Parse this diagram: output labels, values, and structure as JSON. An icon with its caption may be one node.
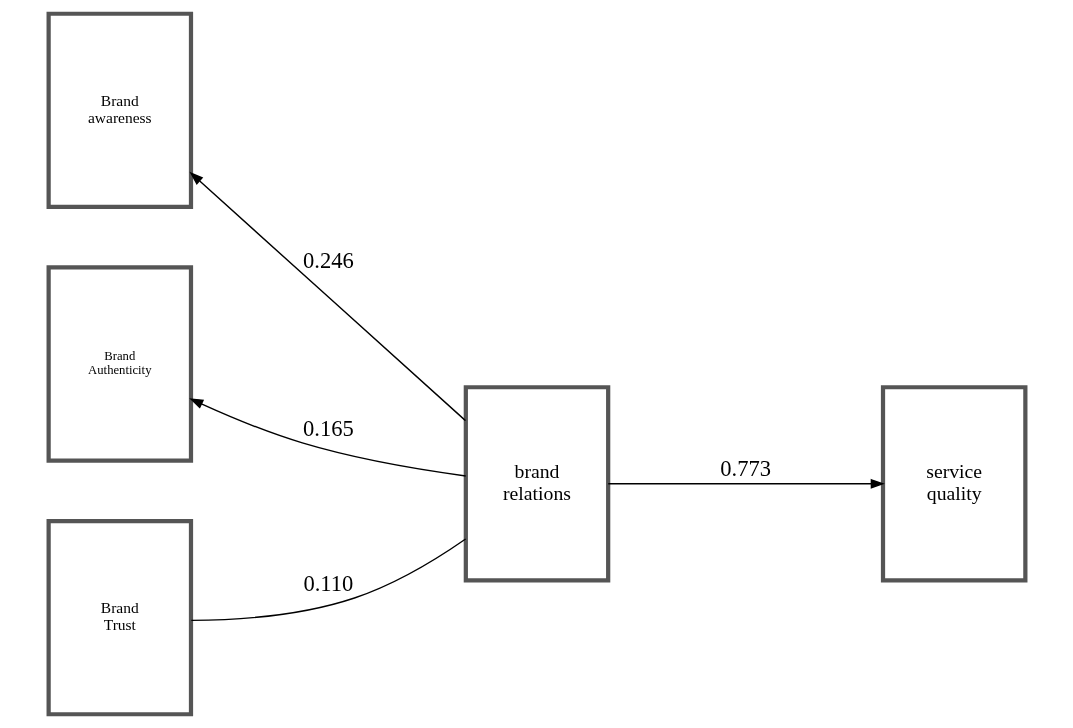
{
  "diagram": {
    "nodes": [
      {
        "text": [
          "Brand awareness"
        ]
      },
      {
        "text": [
          "Brand Authenticity"
        ]
      },
      {
        "text": [
          "Brand Trust"
        ]
      },
      {
        "text": [
          "brand relations"
        ]
      },
      {
        "text": [
          "service quality"
        ]
      }
    ],
    "edges": [
      {
        "from": 3,
        "to": 0,
        "arrow": "to",
        "label": "0.246"
      },
      {
        "from": 3,
        "to": 1,
        "arrow": "to",
        "label": "0.165"
      },
      {
        "from": 2,
        "to": 3,
        "arrow": "none",
        "label": "0.110"
      },
      {
        "from": 3,
        "to": 4,
        "arrow": "to",
        "label": "0.773"
      }
    ]
  }
}
